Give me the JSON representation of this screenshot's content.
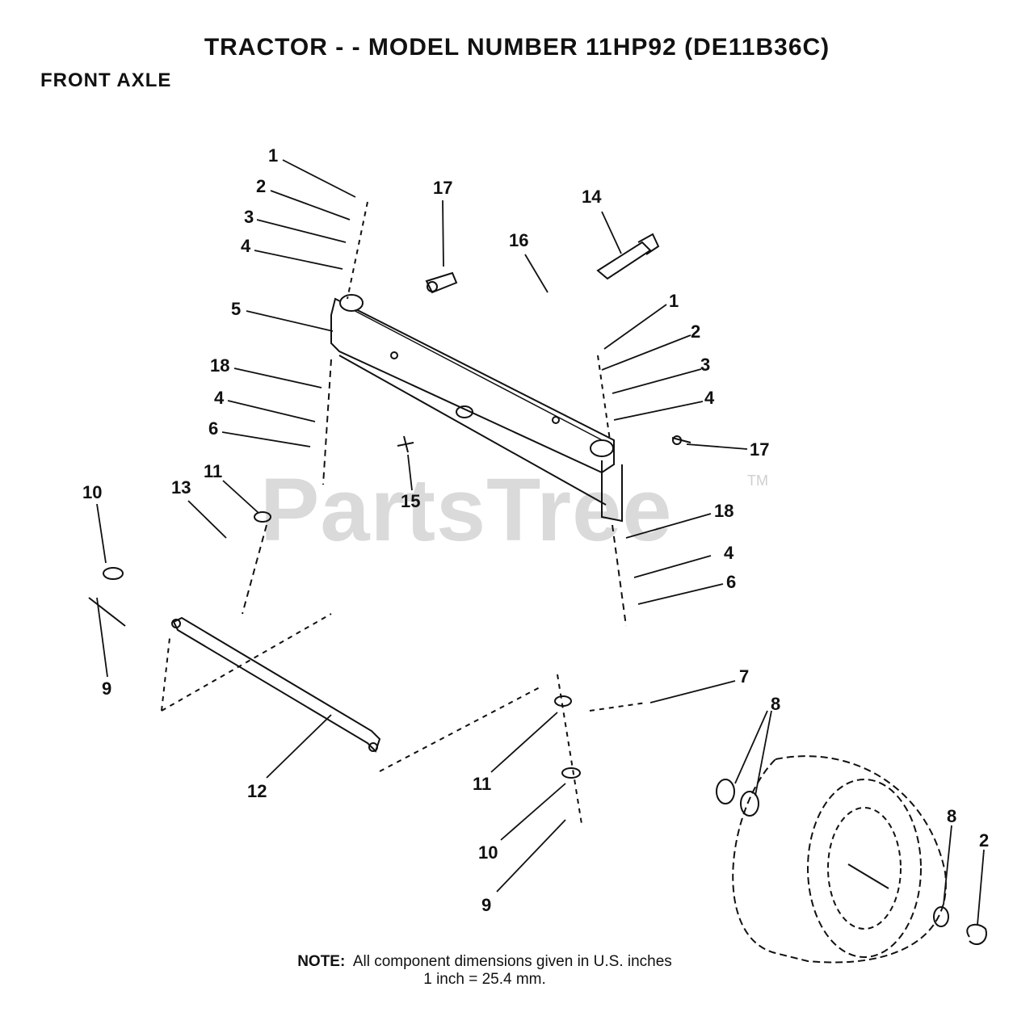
{
  "header": {
    "title": "TRACTOR - - MODEL NUMBER 11HP92   (DE11B36C)",
    "section": "FRONT AXLE"
  },
  "watermark": {
    "text": "PartsTree",
    "tm": "TM"
  },
  "note": {
    "label": "NOTE:",
    "line1": "All component dimensions given in U.S. inches",
    "line2": "1 inch = 25.4 mm."
  },
  "callouts": [
    "1",
    "2",
    "3",
    "4",
    "5",
    "18",
    "4",
    "6",
    "17",
    "16",
    "14",
    "1",
    "2",
    "3",
    "4",
    "17",
    "15",
    "10",
    "13",
    "11",
    "18",
    "4",
    "6",
    "9",
    "7",
    "8",
    "12",
    "11",
    "10",
    "9",
    "8",
    "2"
  ]
}
